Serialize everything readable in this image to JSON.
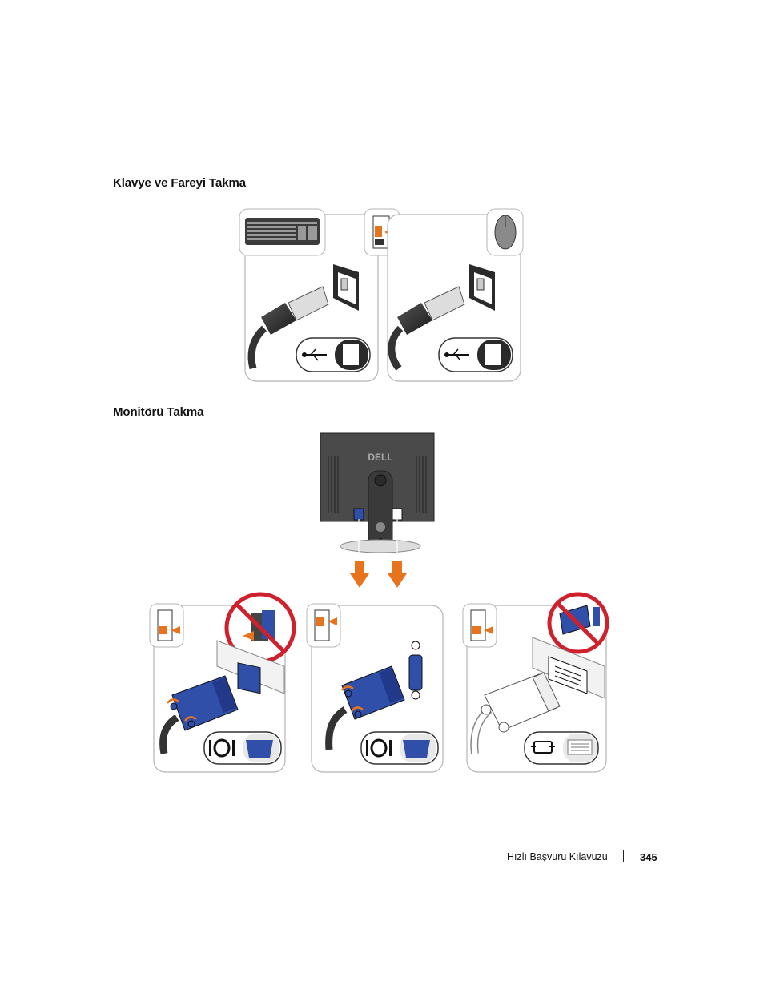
{
  "sections": {
    "keyboard_mouse_title": "Klavye ve Fareyi Takma",
    "monitor_title": "Monitörü Takma"
  },
  "monitor": {
    "brand_logo": "DELL"
  },
  "footer": {
    "title": "Hızlı Başvuru Kılavuzu",
    "page_number": "345"
  },
  "icons": {
    "usb": "usb-icon",
    "vga": "vga-port-icon",
    "dvi": "dvi-port-icon",
    "prohibited": "no-entry-icon",
    "arrow": "orange-arrow-icon"
  },
  "colors": {
    "accent_orange": "#e8731d",
    "connector_blue": "#2f4fa8",
    "prohibited_red": "#d0202c",
    "monitor_gray": "#4a4a4a"
  }
}
